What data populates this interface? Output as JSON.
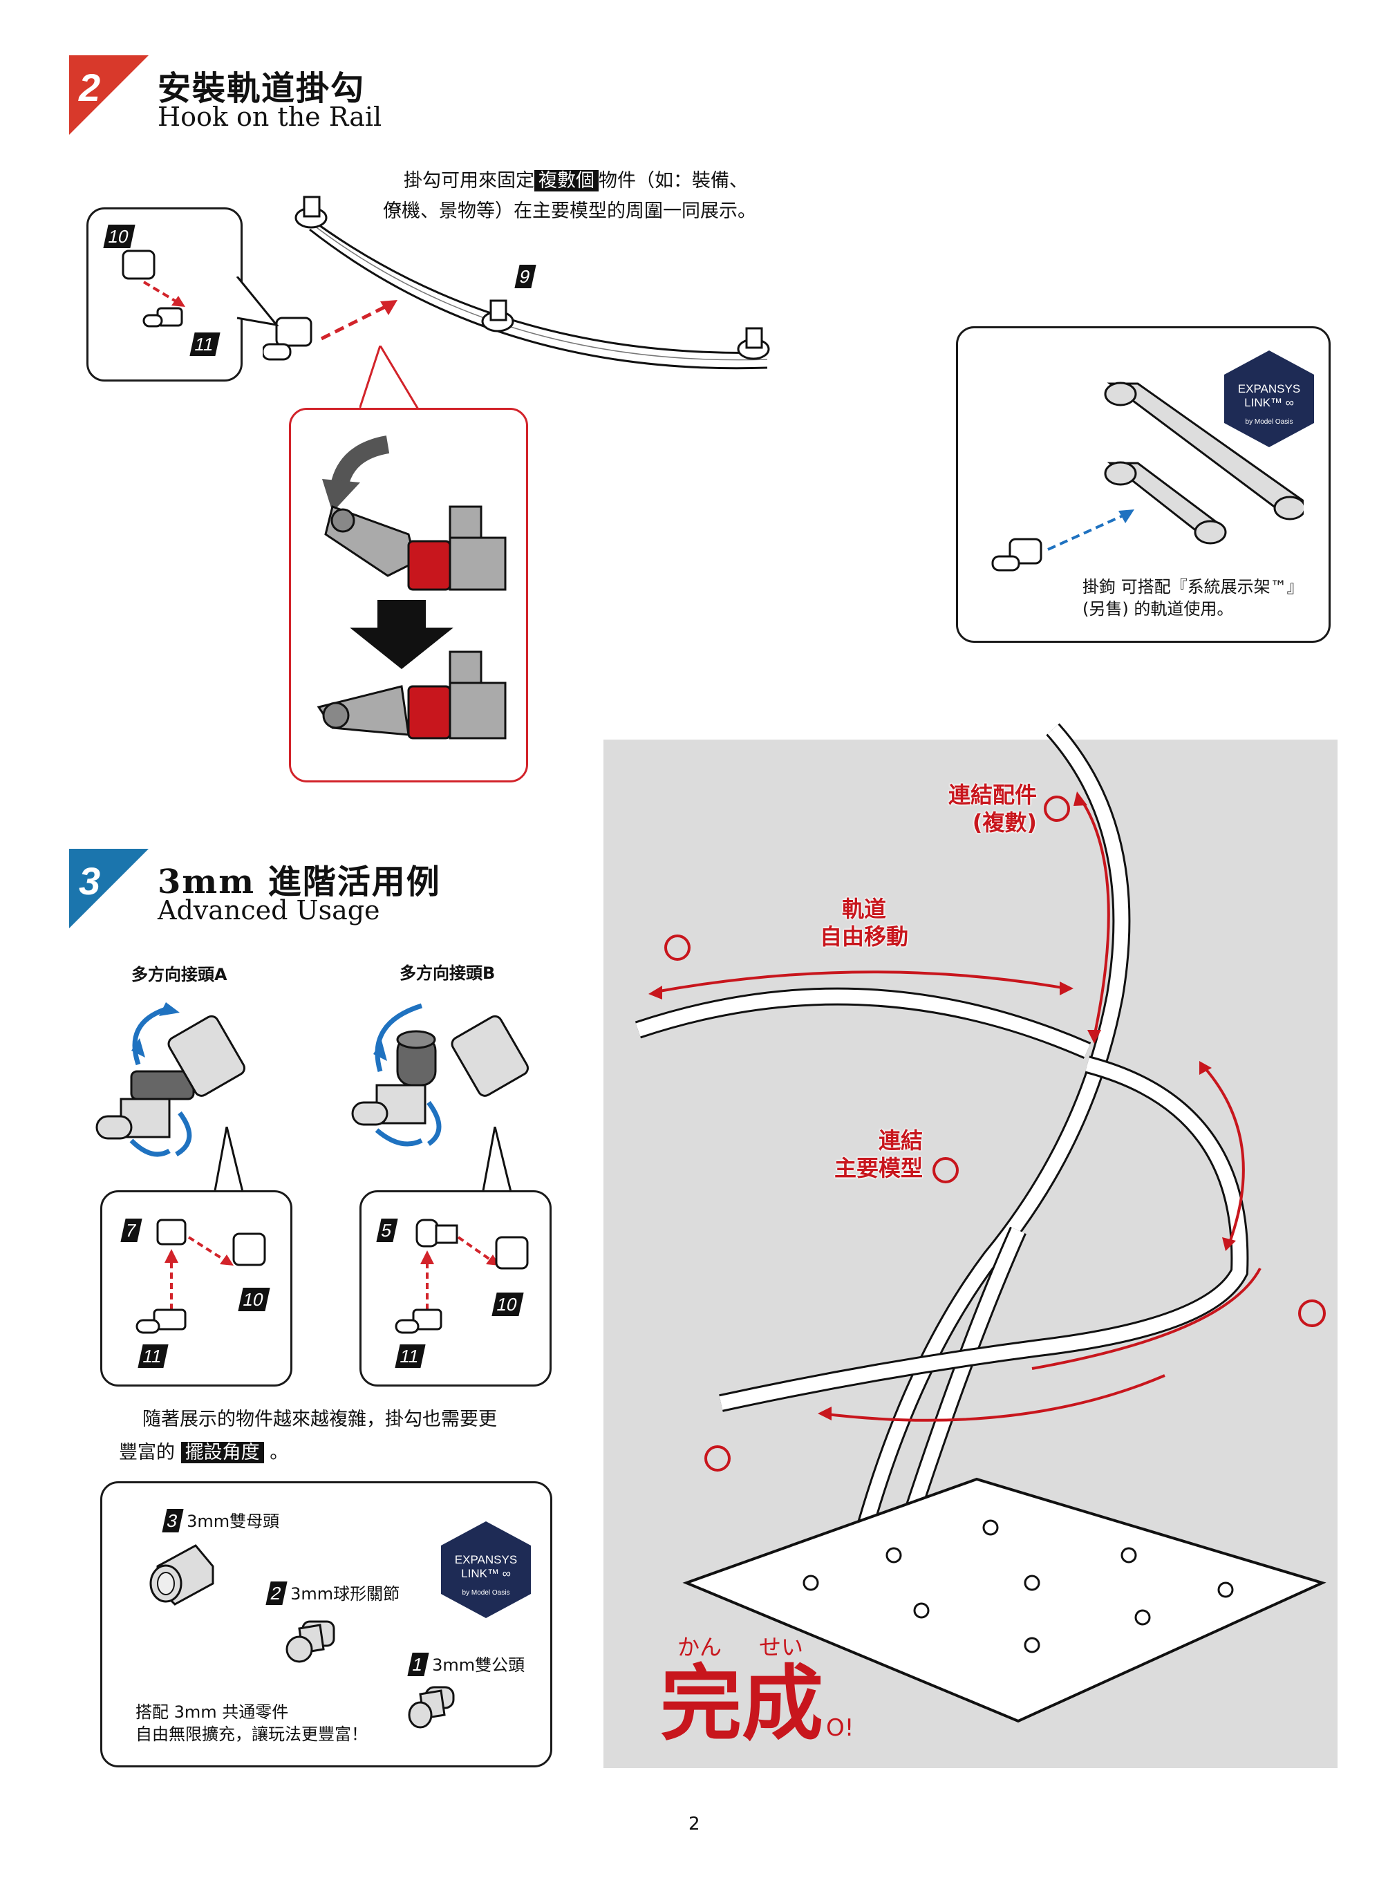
{
  "page_number": "2",
  "colors": {
    "section2_badge": "#d8392b",
    "section3_badge": "#1b75ad",
    "accent_red": "#c8161d",
    "accent_blue": "#1f72c0",
    "logo_navy": "#1e2b55",
    "panel_gray": "#dcdcdc"
  },
  "section2": {
    "number": "2",
    "title": "安裝軌道掛勾",
    "subtitle": "Hook on the Rail",
    "callout": {
      "line1_before": "掛勾可用來固定",
      "line1_highlight": "複數個",
      "line1_after": "物件（如：裝備、",
      "line2": "僚機、景物等）在主要模型的周圍一同展示。"
    },
    "part_labels": {
      "rail": "9",
      "hook": "10",
      "joint": "11"
    },
    "inset_box": {
      "labels": [
        "10",
        "11"
      ]
    },
    "red_box": {
      "description": "hook snap-on steps",
      "icons": [
        "curved-arrow-icon",
        "down-arrow-icon"
      ]
    },
    "expansys_box": {
      "text_line1": "掛鉤 可搭配『系統展示架™』",
      "text_line2": "(另售) 的軌道使用。",
      "logo": {
        "line1": "EXPANSYS",
        "line2": "LINK™ ∞",
        "line3": "by Model Oasis"
      }
    }
  },
  "section3": {
    "number": "3",
    "title": "3mm 進階活用例",
    "subtitle": "Advanced Usage",
    "joint_a_label": "多方向接頭A",
    "joint_b_label": "多方向接頭B",
    "inset_a_labels": [
      "7",
      "10",
      "11"
    ],
    "inset_b_labels": [
      "5",
      "10",
      "11"
    ],
    "paragraph": {
      "line1": "隨著展示的物件越來越複雜，掛勾也需要更",
      "line2_before": "豐富的",
      "line2_highlight": "擺設角度",
      "line2_after": "。"
    },
    "parts_box": {
      "items": [
        {
          "num": "3",
          "label": "3mm雙母頭"
        },
        {
          "num": "2",
          "label": "3mm球形關節"
        },
        {
          "num": "1",
          "label": "3mm雙公頭"
        }
      ],
      "note_line1": "搭配 3mm 共通零件",
      "note_line2": "自由無限擴充，讓玩法更豐富！",
      "logo": {
        "line1": "EXPANSYS",
        "line2": "LINK™ ∞",
        "line3": "by Model Oasis"
      }
    }
  },
  "completed_panel": {
    "label_connector_line1": "連結配件",
    "label_connector_line2": "(複數)",
    "label_rail_line1": "軌道",
    "label_rail_line2": "自由移動",
    "label_model_line1": "連結",
    "label_model_line2": "主要模型",
    "furigana_1": "かん",
    "furigana_2": "せい",
    "done_text": "完成",
    "done_suffix": "O!"
  }
}
